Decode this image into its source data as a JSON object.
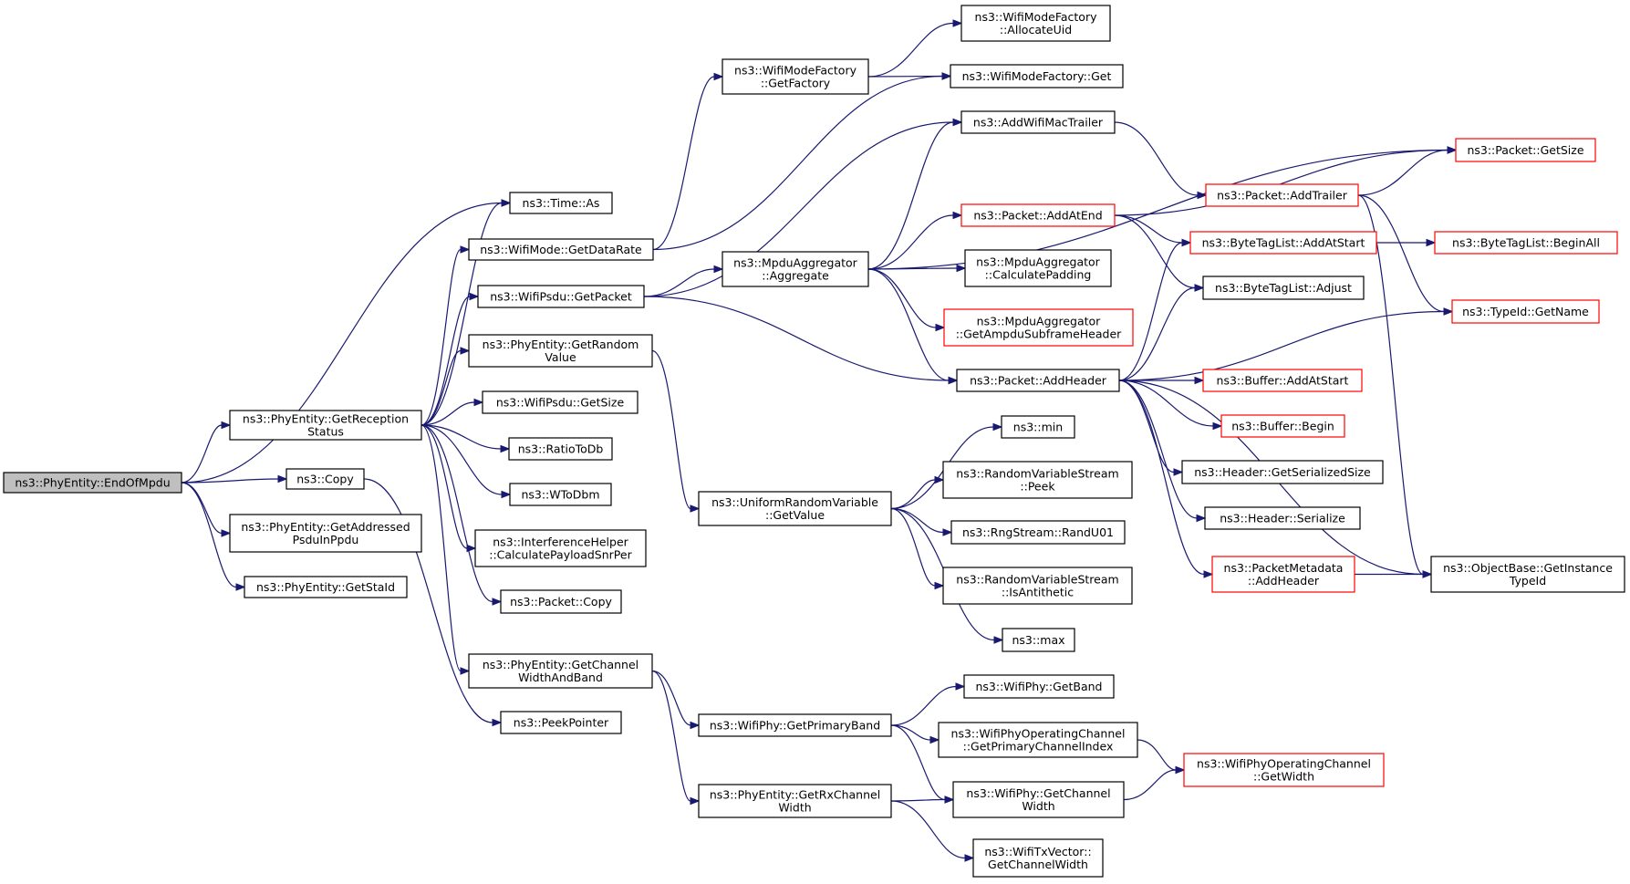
{
  "graph": {
    "title": "",
    "colors": {
      "edge": "#191970",
      "border": "#000000",
      "red_border": "#ff0000",
      "root_fill": "#bfbfbf"
    },
    "nodes": [
      {
        "id": "endofmpdu",
        "label": [
          "ns3::PhyEntity::EndOfMpdu"
        ],
        "style": "root"
      },
      {
        "id": "getreceptionstatus",
        "label": [
          "ns3::PhyEntity::GetReception",
          "Status"
        ]
      },
      {
        "id": "copy",
        "label": [
          "ns3::Copy"
        ]
      },
      {
        "id": "getaddressedpsdu",
        "label": [
          "ns3::PhyEntity::GetAddressed",
          "PsduInPpdu"
        ]
      },
      {
        "id": "getstaid",
        "label": [
          "ns3::PhyEntity::GetStaId"
        ]
      },
      {
        "id": "timeas",
        "label": [
          "ns3::Time::As"
        ]
      },
      {
        "id": "getdatarate",
        "label": [
          "ns3::WifiMode::GetDataRate"
        ]
      },
      {
        "id": "psdugetpacket",
        "label": [
          "ns3::WifiPsdu::GetPacket"
        ]
      },
      {
        "id": "getrandomvalue",
        "label": [
          "ns3::PhyEntity::GetRandom",
          "Value"
        ]
      },
      {
        "id": "psdugetsize",
        "label": [
          "ns3::WifiPsdu::GetSize"
        ]
      },
      {
        "id": "ratiotodb",
        "label": [
          "ns3::RatioToDb"
        ]
      },
      {
        "id": "wtodbm",
        "label": [
          "ns3::WToDbm"
        ]
      },
      {
        "id": "calcpayloadsnr",
        "label": [
          "ns3::InterferenceHelper",
          "::CalculatePayloadSnrPer"
        ]
      },
      {
        "id": "packetcopy",
        "label": [
          "ns3::Packet::Copy"
        ]
      },
      {
        "id": "getchannelwidthandband",
        "label": [
          "ns3::PhyEntity::GetChannel",
          "WidthAndBand"
        ]
      },
      {
        "id": "peekpointer",
        "label": [
          "ns3::PeekPointer"
        ]
      },
      {
        "id": "getfactory",
        "label": [
          "ns3::WifiModeFactory",
          "::GetFactory"
        ]
      },
      {
        "id": "aggregate",
        "label": [
          "ns3::MpduAggregator",
          "::Aggregate"
        ]
      },
      {
        "id": "urvgetvalue",
        "label": [
          "ns3::UniformRandomVariable",
          "::GetValue"
        ]
      },
      {
        "id": "getprimaryband",
        "label": [
          "ns3::WifiPhy::GetPrimaryBand"
        ]
      },
      {
        "id": "getrxchannelwidth",
        "label": [
          "ns3::PhyEntity::GetRxChannel",
          "Width"
        ]
      },
      {
        "id": "allocateuid",
        "label": [
          "ns3::WifiModeFactory",
          "::AllocateUid"
        ]
      },
      {
        "id": "factoryget",
        "label": [
          "ns3::WifiModeFactory::Get"
        ]
      },
      {
        "id": "addwifimactrailer",
        "label": [
          "ns3::AddWifiMacTrailer"
        ]
      },
      {
        "id": "addatend",
        "label": [
          "ns3::Packet::AddAtEnd"
        ],
        "style": "red"
      },
      {
        "id": "calcpadding",
        "label": [
          "ns3::MpduAggregator",
          "::CalculatePadding"
        ]
      },
      {
        "id": "getampdusubframeheader",
        "label": [
          "ns3::MpduAggregator",
          "::GetAmpduSubframeHeader"
        ],
        "style": "red"
      },
      {
        "id": "addheader",
        "label": [
          "ns3::Packet::AddHeader"
        ]
      },
      {
        "id": "min",
        "label": [
          "ns3::min"
        ]
      },
      {
        "id": "rvspeek",
        "label": [
          "ns3::RandomVariableStream",
          "::Peek"
        ]
      },
      {
        "id": "randu01",
        "label": [
          "ns3::RngStream::RandU01"
        ]
      },
      {
        "id": "isantithetic",
        "label": [
          "ns3::RandomVariableStream",
          "::IsAntithetic"
        ]
      },
      {
        "id": "max",
        "label": [
          "ns3::max"
        ]
      },
      {
        "id": "getband",
        "label": [
          "ns3::WifiPhy::GetBand"
        ]
      },
      {
        "id": "getprimarychannelindex",
        "label": [
          "ns3::WifiPhyOperatingChannel",
          "::GetPrimaryChannelIndex"
        ]
      },
      {
        "id": "phygetchannelwidth",
        "label": [
          "ns3::WifiPhy::GetChannel",
          "Width"
        ]
      },
      {
        "id": "txvectorgetchannelwidth",
        "label": [
          "ns3::WifiTxVector::",
          "GetChannelWidth"
        ]
      },
      {
        "id": "addtrailer",
        "label": [
          "ns3::Packet::AddTrailer"
        ],
        "style": "red"
      },
      {
        "id": "btladdatstart",
        "label": [
          "ns3::ByteTagList::AddAtStart"
        ],
        "style": "red"
      },
      {
        "id": "btladjust",
        "label": [
          "ns3::ByteTagList::Adjust"
        ]
      },
      {
        "id": "bufferaddatstart",
        "label": [
          "ns3::Buffer::AddAtStart"
        ],
        "style": "red"
      },
      {
        "id": "bufferbegin",
        "label": [
          "ns3::Buffer::Begin"
        ],
        "style": "red"
      },
      {
        "id": "getserializedsize",
        "label": [
          "ns3::Header::GetSerializedSize"
        ]
      },
      {
        "id": "headerserialize",
        "label": [
          "ns3::Header::Serialize"
        ]
      },
      {
        "id": "metadataaddheader",
        "label": [
          "ns3::PacketMetadata",
          "::AddHeader"
        ],
        "style": "red"
      },
      {
        "id": "opchgetwidth",
        "label": [
          "ns3::WifiPhyOperatingChannel",
          "::GetWidth"
        ],
        "style": "red"
      },
      {
        "id": "packetgetsize",
        "label": [
          "ns3::Packet::GetSize"
        ],
        "style": "red"
      },
      {
        "id": "beginall",
        "label": [
          "ns3::ByteTagList::BeginAll"
        ],
        "style": "red"
      },
      {
        "id": "typeidgetname",
        "label": [
          "ns3::TypeId::GetName"
        ],
        "style": "red"
      },
      {
        "id": "getinstancetypeid",
        "label": [
          "ns3::ObjectBase::GetInstance",
          "TypeId"
        ]
      }
    ],
    "edges": [
      [
        "endofmpdu",
        "timeas"
      ],
      [
        "endofmpdu",
        "getreceptionstatus"
      ],
      [
        "endofmpdu",
        "copy"
      ],
      [
        "endofmpdu",
        "getaddressedpsdu"
      ],
      [
        "endofmpdu",
        "getstaid"
      ],
      [
        "getreceptionstatus",
        "timeas"
      ],
      [
        "getreceptionstatus",
        "getdatarate"
      ],
      [
        "getreceptionstatus",
        "psdugetpacket"
      ],
      [
        "getreceptionstatus",
        "getrandomvalue"
      ],
      [
        "getreceptionstatus",
        "psdugetsize"
      ],
      [
        "getreceptionstatus",
        "ratiotodb"
      ],
      [
        "getreceptionstatus",
        "wtodbm"
      ],
      [
        "getreceptionstatus",
        "calcpayloadsnr"
      ],
      [
        "getreceptionstatus",
        "packetcopy"
      ],
      [
        "getreceptionstatus",
        "getchannelwidthandband"
      ],
      [
        "copy",
        "peekpointer"
      ],
      [
        "getdatarate",
        "getfactory"
      ],
      [
        "getdatarate",
        "factoryget"
      ],
      [
        "psdugetpacket",
        "addwifimactrailer"
      ],
      [
        "psdugetpacket",
        "aggregate"
      ],
      [
        "psdugetpacket",
        "addheader"
      ],
      [
        "getrandomvalue",
        "urvgetvalue"
      ],
      [
        "getchannelwidthandband",
        "getprimaryband"
      ],
      [
        "getchannelwidthandband",
        "getrxchannelwidth"
      ],
      [
        "getfactory",
        "allocateuid"
      ],
      [
        "getfactory",
        "factoryget"
      ],
      [
        "aggregate",
        "addwifimactrailer"
      ],
      [
        "aggregate",
        "packetgetsize"
      ],
      [
        "aggregate",
        "addatend"
      ],
      [
        "aggregate",
        "calcpadding"
      ],
      [
        "aggregate",
        "getampdusubframeheader"
      ],
      [
        "aggregate",
        "addheader"
      ],
      [
        "urvgetvalue",
        "min"
      ],
      [
        "urvgetvalue",
        "rvspeek"
      ],
      [
        "urvgetvalue",
        "randu01"
      ],
      [
        "urvgetvalue",
        "isantithetic"
      ],
      [
        "urvgetvalue",
        "max"
      ],
      [
        "getprimaryband",
        "getband"
      ],
      [
        "getprimaryband",
        "getprimarychannelindex"
      ],
      [
        "getprimaryband",
        "phygetchannelwidth"
      ],
      [
        "getrxchannelwidth",
        "phygetchannelwidth"
      ],
      [
        "getrxchannelwidth",
        "txvectorgetchannelwidth"
      ],
      [
        "addwifimactrailer",
        "addtrailer"
      ],
      [
        "addatend",
        "packetgetsize"
      ],
      [
        "addatend",
        "btladdatstart"
      ],
      [
        "addatend",
        "btladjust"
      ],
      [
        "addheader",
        "btladdatstart"
      ],
      [
        "addheader",
        "btladjust"
      ],
      [
        "addheader",
        "typeidgetname"
      ],
      [
        "addheader",
        "bufferaddatstart"
      ],
      [
        "addheader",
        "bufferbegin"
      ],
      [
        "addheader",
        "getserializedsize"
      ],
      [
        "addheader",
        "headerserialize"
      ],
      [
        "addheader",
        "metadataaddheader"
      ],
      [
        "addheader",
        "getinstancetypeid"
      ],
      [
        "getprimarychannelindex",
        "opchgetwidth"
      ],
      [
        "phygetchannelwidth",
        "opchgetwidth"
      ],
      [
        "addtrailer",
        "packetgetsize"
      ],
      [
        "addtrailer",
        "typeidgetname"
      ],
      [
        "addtrailer",
        "getinstancetypeid"
      ],
      [
        "btladdatstart",
        "beginall"
      ],
      [
        "metadataaddheader",
        "getinstancetypeid"
      ]
    ]
  }
}
